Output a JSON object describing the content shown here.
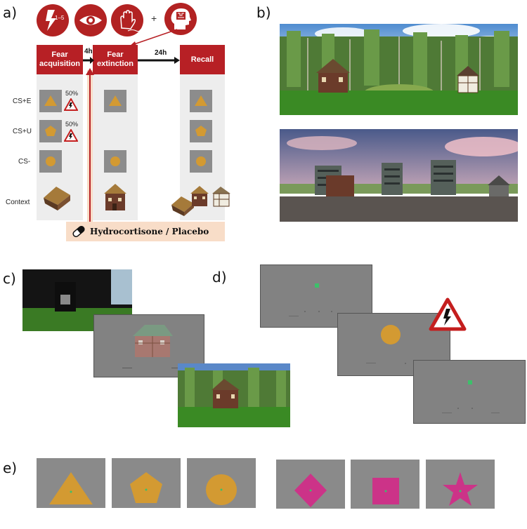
{
  "panels": {
    "a": "a)",
    "b": "b)",
    "c": "c)",
    "d": "d)",
    "e": "e)"
  },
  "icons": {
    "top": [
      "shock-icon",
      "eye-icon",
      "hand-sweat-icon",
      "brain-icon"
    ],
    "shock_label": "1–5",
    "plus": "+"
  },
  "phases": {
    "acquisition": "Fear acquisition",
    "extinction": "Fear extinction",
    "recall": "Recall",
    "gap1": "4h",
    "gap2": "24h"
  },
  "rows": [
    "CS+E",
    "CS+U",
    "CS-",
    "Context"
  ],
  "percents": {
    "cse": "50%",
    "csu": "50%"
  },
  "treatment": "Hydrocortisone / Placebo",
  "colors": {
    "accent_red": "#b72025",
    "stim_orange": "#d39a32",
    "stim_magenta": "#cc3388",
    "screen_gray": "#828282",
    "fixation_green": "#3cc06a"
  }
}
